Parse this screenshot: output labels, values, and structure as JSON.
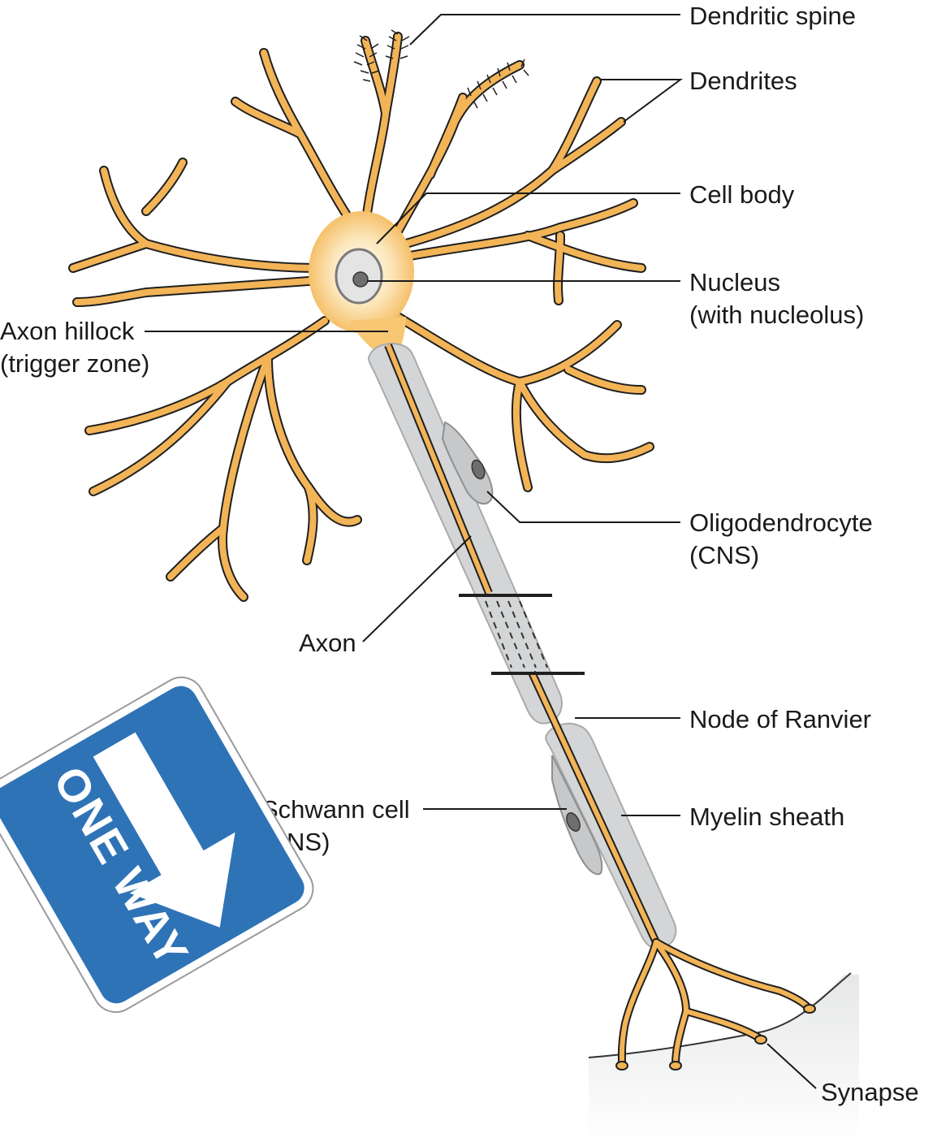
{
  "labels": {
    "dendritic_spine": "Dendritic spine",
    "dendrites": "Dendrites",
    "cell_body": "Cell body",
    "nucleus_line1": "Nucleus",
    "nucleus_line2": "(with nucleolus)",
    "axon_hillock_line1": "Axon hillock",
    "axon_hillock_line2": "(trigger zone)",
    "oligodendrocyte_line1": "Oligodendrocyte",
    "oligodendrocyte_line2": "(CNS)",
    "axon": "Axon",
    "node_of_ranvier": "Node of Ranvier",
    "schwann_cell_line1": "Schwann cell",
    "schwann_cell_line2": "(PNS)",
    "myelin_sheath": "Myelin sheath",
    "synapse": "Synapse"
  },
  "sign": {
    "text": "ONE WAY",
    "background_color": "#2f73b7",
    "text_color": "#ffffff",
    "arrow_direction": "down-right"
  },
  "colors": {
    "neuron_fill": "#f2b457",
    "neuron_outline": "#1f1f1f",
    "myelin_fill": "#d4d5d6",
    "cell_body_glow": "#fbe3b3",
    "nucleus_fill": "#e4e4e4",
    "nucleolus_fill": "#6e6e6e"
  }
}
